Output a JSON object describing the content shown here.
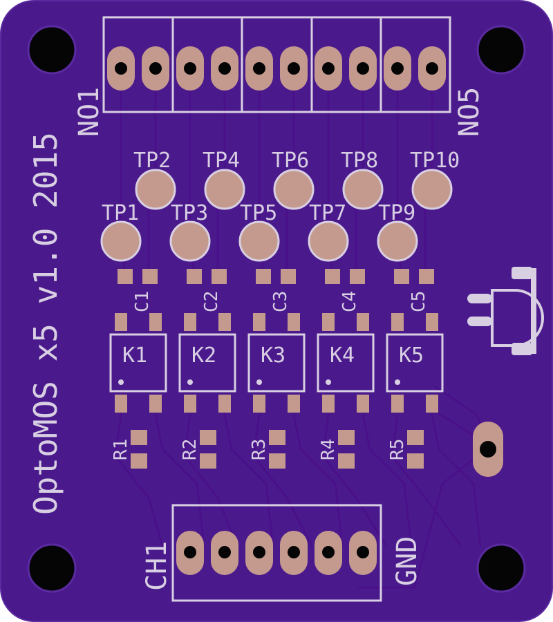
{
  "colors": {
    "board": "#4a1a8c",
    "board_edge": "#5a2aa0",
    "pad": "#c59a8e",
    "silk": "#d8cfe3",
    "hole": "#050505",
    "trace": "#3d0b7a"
  },
  "board_title": "OptoMOS x5 v1.0 2015",
  "top_header": {
    "left_label": "NO1",
    "right_label": "NO5"
  },
  "bottom_header": {
    "left_label": "CH1",
    "right_label": "GND"
  },
  "test_points_top": [
    "TP2",
    "TP4",
    "TP6",
    "TP8",
    "TP10"
  ],
  "test_points_bottom": [
    "TP1",
    "TP3",
    "TP5",
    "TP7",
    "TP9"
  ],
  "capacitors": [
    "C1",
    "C2",
    "C3",
    "C4",
    "C5"
  ],
  "relays": [
    "K1",
    "K2",
    "K3",
    "K4",
    "K5"
  ],
  "resistors": [
    "R1",
    "R2",
    "R3",
    "R4",
    "R5"
  ]
}
